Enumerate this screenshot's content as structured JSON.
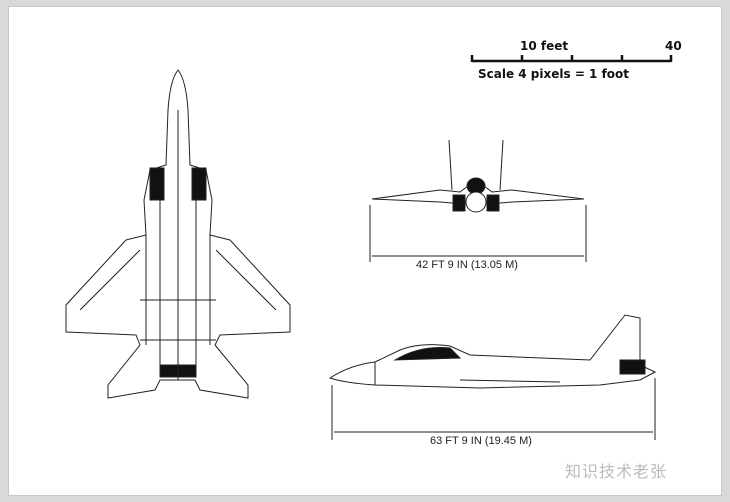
{
  "scale_bar": {
    "label_10": "10 feet",
    "label_40": "40",
    "caption": "Scale  4 pixels = 1 foot"
  },
  "front_view": {
    "span_label": "42 FT 9 IN (13.05 M)"
  },
  "side_view": {
    "length_label": "63 FT 9 IN (19.45 M)"
  },
  "watermark": "知识技术老张"
}
